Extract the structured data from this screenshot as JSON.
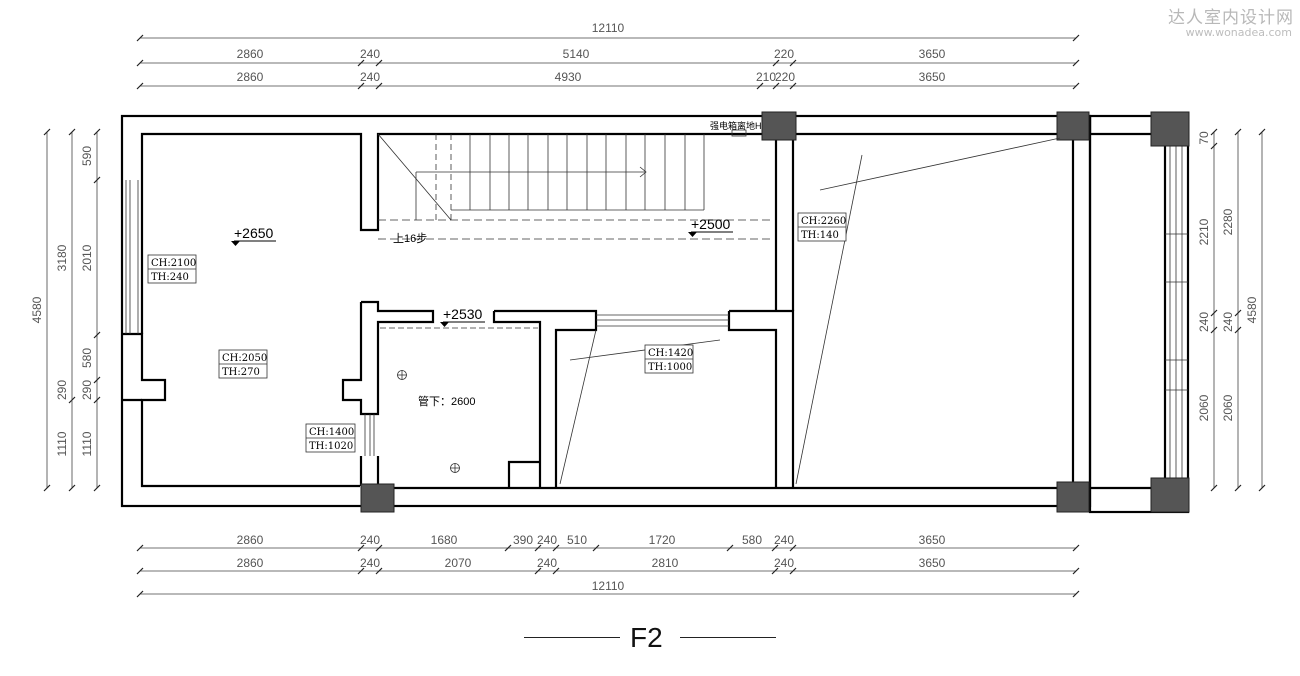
{
  "watermark": {
    "site_name": "达人室内设计网",
    "url": "www.wonadea.com"
  },
  "title": "F2",
  "dims": {
    "top_total": "12110",
    "top_row1": [
      "2860",
      "240",
      "5140",
      "220",
      "3650"
    ],
    "top_row2": [
      "2860",
      "240",
      "4930",
      "210",
      "220",
      "3650"
    ],
    "bottom_row1": [
      "2860",
      "240",
      "1680",
      "390",
      "240",
      "510",
      "1720",
      "580",
      "240",
      "3650"
    ],
    "bottom_row2": [
      "2860",
      "240",
      "2070",
      "240",
      "2810",
      "240",
      "3650"
    ],
    "bottom_total": "12110",
    "left_total": "4580",
    "left_sub": [
      "3180"
    ],
    "left_detail": [
      "590",
      "2010",
      "580",
      "290",
      "290",
      "1110",
      "1110"
    ],
    "right_detail": [
      "70",
      "2210",
      "2280",
      "240",
      "240",
      "2060",
      "2060"
    ],
    "right_total": "4580"
  },
  "levels": {
    "living": "+2650",
    "stair": "+2500",
    "corridor": "+2530"
  },
  "tags": {
    "t1": {
      "ch": "CH:2100",
      "th": "TH:240"
    },
    "t2": {
      "ch": "CH:2050",
      "th": "TH:270"
    },
    "t3": {
      "ch": "CH:1400",
      "th": "TH:1020"
    },
    "t4": {
      "ch": "CH:1420",
      "th": "TH:1000"
    },
    "t5": {
      "ch": "CH:2260",
      "th": "TH:140"
    }
  },
  "notes": {
    "stair": "上16步",
    "pipe": "管下：2600",
    "panel": "强电箱离地H"
  }
}
